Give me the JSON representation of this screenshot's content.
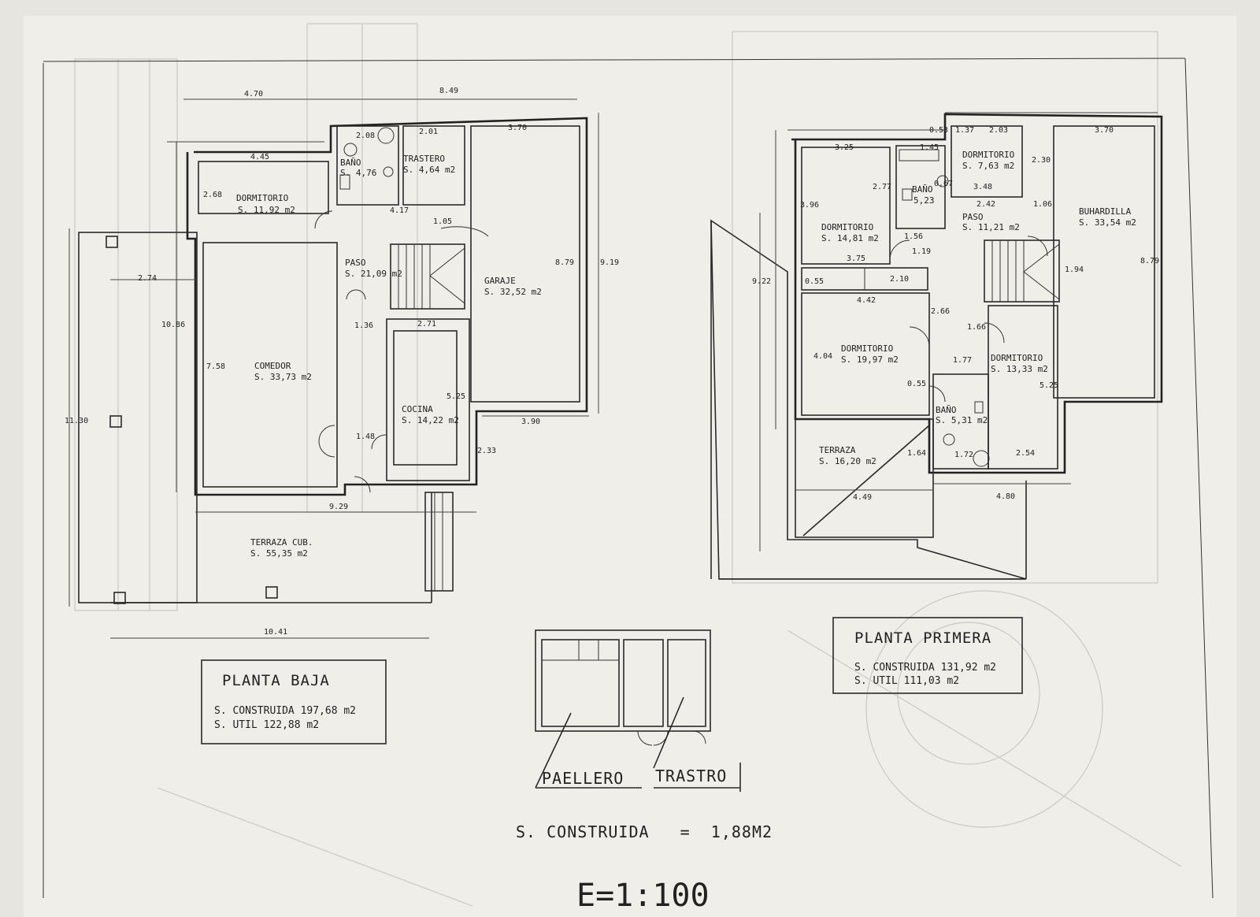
{
  "ground_floor": {
    "title": "PLANTA BAJA",
    "built_area": "S. CONSTRUIDA 197,68 m2",
    "useful_area": "S. UTIL 122,88 m2",
    "rooms": {
      "dormitorio_name": "DORMITORIO",
      "dormitorio_area": "S. 11,92 m2",
      "bano_name": "BAÑO",
      "bano_area": "S. 4,76",
      "trastero_name": "TRASTERO",
      "trastero_area": "S. 4,64 m2",
      "paso_name": "PASO",
      "paso_area": "S. 21,09 m2",
      "garaje_name": "GARAJE",
      "garaje_area": "S. 32,52 m2",
      "comedor_name": "COMEDOR",
      "comedor_area": "S. 33,73 m2",
      "cocina_name": "COCINA",
      "cocina_area": "S. 14,22 m2",
      "terraza_name": "TERRAZA CUB.",
      "terraza_area": "S. 55,35 m2"
    },
    "dims": {
      "d470": "4.70",
      "d849": "8.49",
      "d445": "4.45",
      "d208": "2.08",
      "d201": "2.01",
      "d370": "3.70",
      "d268": "2.68",
      "d417": "4.17",
      "d105": "1.05",
      "d274": "2.74",
      "d879": "8.79",
      "d919": "9.19",
      "d1086": "10.86",
      "d136": "1.36",
      "d271": "2.71",
      "d758": "7.58",
      "d525": "5.25",
      "d390": "3.90",
      "d1130": "11.30",
      "d148": "1.48",
      "d233": "2.33",
      "d929": "9.29",
      "d1041": "10.41"
    }
  },
  "first_floor": {
    "title": "PLANTA PRIMERA",
    "built_area": "S. CONSTRUIDA 131,92 m2",
    "useful_area": "S. UTIL 111,03 m2",
    "rooms": {
      "dorm1_name": "DORMITORIO",
      "dorm1_area": "S. 14,81 m2",
      "bano1_name": "BAÑO",
      "bano1_area": "5,23",
      "dorm2_name": "DORMITORIO",
      "dorm2_area": "S. 7,63 m2",
      "paso_name": "PASO",
      "paso_area": "S. 11,21 m2",
      "buhardilla_name": "BUHARDILLA",
      "buhardilla_area": "S. 33,54 m2",
      "dorm3_name": "DORMITORIO",
      "dorm3_area": "S. 19,97 m2",
      "dorm4_name": "DORMITORIO",
      "dorm4_area": "S. 13,33 m2",
      "bano2_name": "BAÑO",
      "bano2_area": "S. 5,31 m2",
      "terraza_name": "TERRAZA",
      "terraza_area": "S. 16,20 m2"
    },
    "dims": {
      "d053": "0.53",
      "d137": "1.37",
      "d203": "2.03",
      "d370": "3.70",
      "d325": "3.25",
      "d145": "1.45",
      "d230": "2.30",
      "d277": "2.77",
      "d067": "0.67",
      "d348": "3.48",
      "d396": "3.96",
      "d242": "2.42",
      "d106": "1.06",
      "d156": "1.56",
      "d119": "1.19",
      "d375": "3.75",
      "d194": "1.94",
      "d879": "8.79",
      "d922": "9.22",
      "d055a": "0.55",
      "d210": "2.10",
      "d442": "4.42",
      "d266": "2.66",
      "d166": "1.66",
      "d404": "4.04",
      "d177": "1.77",
      "d055b": "0.55",
      "d525": "5.25",
      "d164": "1.64",
      "d172": "1.72",
      "d254": "2.54",
      "d449": "4.49",
      "d480": "4.80"
    }
  },
  "annex": {
    "paellero": "PAELLERO",
    "trastro": "TRASTRO",
    "built": "S. CONSTRUIDA   =  1,88M2"
  },
  "scale": "E=1:100"
}
